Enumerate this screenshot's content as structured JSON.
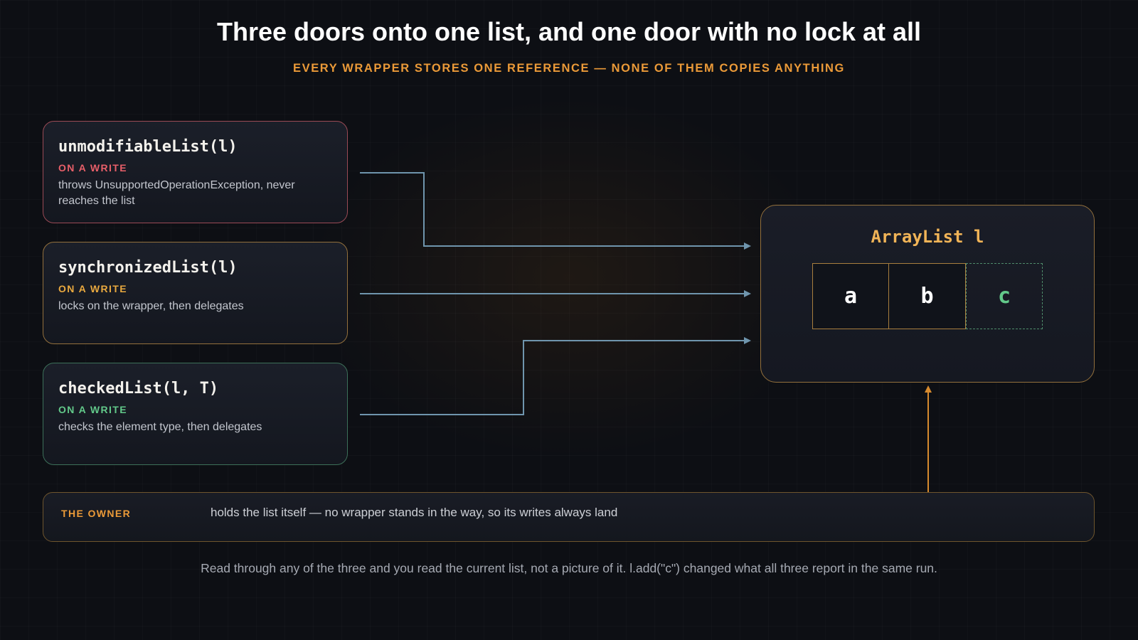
{
  "title": "Three doors onto one list, and one door with no lock at all",
  "subtitle": "EVERY WRAPPER STORES ONE REFERENCE — NONE OF THEM COPIES ANYTHING",
  "wrappers": [
    {
      "name": "unmodifiableList(l)",
      "label": "ON A WRITE",
      "desc": "throws UnsupportedOperationException, never reaches the list",
      "color": "#e85f69"
    },
    {
      "name": "synchronizedList(l)",
      "label": "ON A WRITE",
      "desc": "locks on the wrapper, then delegates",
      "color": "#e9a93f"
    },
    {
      "name": "checkedList(l, T)",
      "label": "ON A WRITE",
      "desc": "checks the element type, then delegates",
      "color": "#62c98a"
    }
  ],
  "target": {
    "title": "ArrayList l",
    "cells": [
      "a",
      "b",
      "c"
    ]
  },
  "owner": {
    "label": "THE OWNER",
    "desc": "holds the list itself — no wrapper stands in the way, so its writes always land"
  },
  "footnote": "Read through any of the three and you read the current list, not a picture of it. l.add(\"c\") changed what all three report in the same run.",
  "colors": {
    "connector": "#6f95ad",
    "owner_arrow": "#d68a2e",
    "accent": "#eb9a38"
  }
}
